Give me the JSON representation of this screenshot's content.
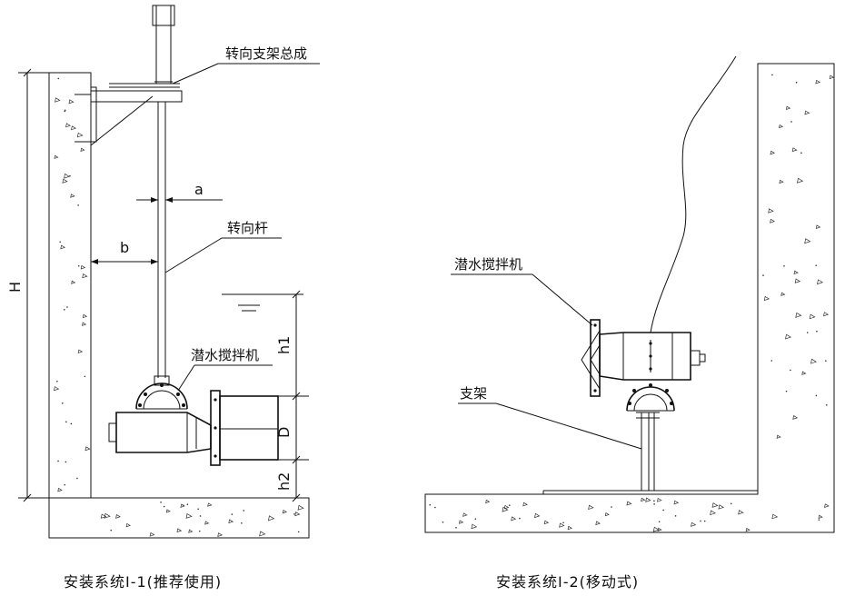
{
  "left_diagram": {
    "labels": {
      "steering_bracket": "转向支架总成",
      "steering_rod": "转向杆",
      "mixer": "潜水搅拌机"
    },
    "dimensions": {
      "H": "H",
      "a": "a",
      "b": "b",
      "h1": "h1",
      "D": "D",
      "h2": "h2"
    },
    "caption": "安装系统Ⅰ-1(推荐使用)"
  },
  "right_diagram": {
    "labels": {
      "mixer": "潜水搅拌机",
      "bracket": "支架"
    },
    "caption": "安装系统Ⅰ-2(移动式)"
  }
}
